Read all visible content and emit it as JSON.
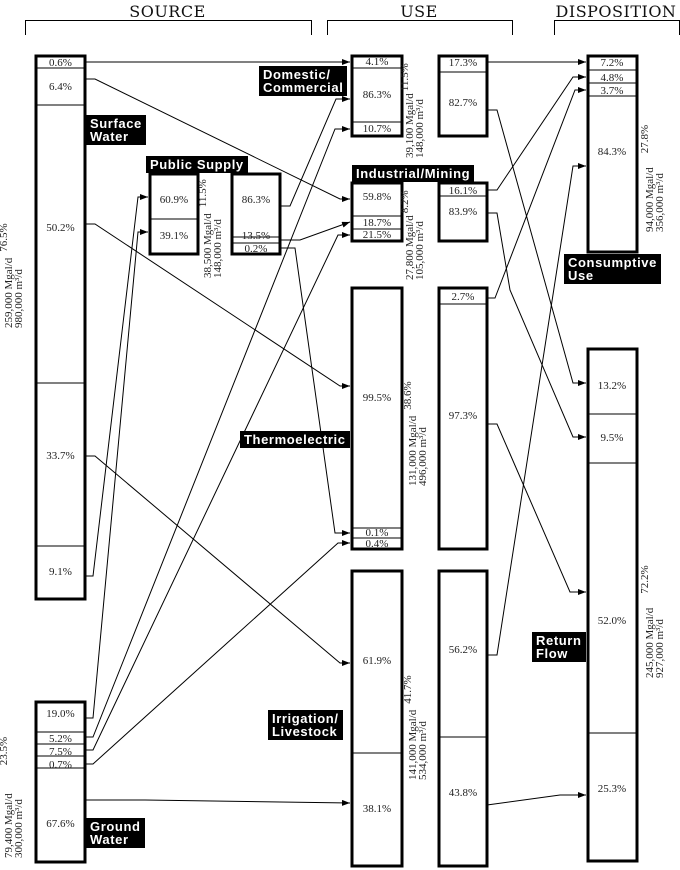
{
  "headers": {
    "source": "SOURCE",
    "use": "USE",
    "disposition": "DISPOSITION"
  },
  "labels": {
    "surface_water": "Surface\nWater",
    "ground_water": "Ground\nWater",
    "public_supply": "Public Supply",
    "domestic": "Domestic/\nCommercial",
    "industrial": "Industrial/Mining",
    "thermoelectric": "Thermoelectric",
    "irrigation": "Irrigation/\nLivestock",
    "consumptive": "Consumptive\nUse",
    "return_flow": "Return\nFlow"
  },
  "totals": {
    "surface_water": {
      "mgal": "259,000 Mgal/d",
      "m3": "980,000 m³/d",
      "share": "76.5%"
    },
    "ground_water": {
      "mgal": "79,400 Mgal/d",
      "m3": "300,000 m³/d",
      "share": "23.5%"
    },
    "public_supply": {
      "mgal": "38,500 Mgal/d",
      "m3": "148,000 m³/d",
      "share": "11.5%"
    },
    "domestic": {
      "mgal": "39,100 Mgal/d",
      "m3": "148,000 m³/d",
      "share": "11.5%"
    },
    "industrial": {
      "mgal": "27,800 Mgal/d",
      "m3": "105,000 m³/d",
      "share": "8.2%"
    },
    "thermoelectric": {
      "mgal": "131,000 Mgal/d",
      "m3": "496,000 m³/d",
      "share": "38.6%"
    },
    "irrigation": {
      "mgal": "141,000 Mgal/d",
      "m3": "534,000 m³/d",
      "share": "41.7%"
    },
    "consumptive": {
      "mgal": "94,000 Mgal/d",
      "m3": "356,000 m³/d",
      "share": "27.8%"
    },
    "return_flow": {
      "mgal": "245,000 Mgal/d",
      "m3": "927,000 m³/d",
      "share": "72.2%"
    }
  },
  "segments": {
    "surface_water": [
      "0.6%",
      "6.4%",
      "50.2%",
      "33.7%",
      "9.1%"
    ],
    "ground_water": [
      "19.0%",
      "5.2%",
      "7.5%",
      "0.7%",
      "67.6%"
    ],
    "public_supply_in": [
      "60.9%",
      "39.1%"
    ],
    "public_supply_out": [
      "86.3%",
      "13.5%",
      "0.2%"
    ],
    "domestic_in": [
      "4.1%",
      "86.3%",
      "10.7%"
    ],
    "domestic_out": [
      "17.3%",
      "82.7%"
    ],
    "industrial_in": [
      "59.8%",
      "18.7%",
      "21.5%"
    ],
    "industrial_out": [
      "16.1%",
      "83.9%"
    ],
    "thermoelectric_in": [
      "99.5%",
      "0.1%",
      "0.4%"
    ],
    "thermoelectric_out": [
      "2.7%",
      "97.3%"
    ],
    "irrigation_in": [
      "61.9%",
      "38.1%"
    ],
    "irrigation_out": [
      "56.2%",
      "43.8%"
    ],
    "consumptive": [
      "7.2%",
      "4.8%",
      "3.7%",
      "84.3%"
    ],
    "return_flow": [
      "13.2%",
      "9.5%",
      "52.0%",
      "25.3%"
    ]
  }
}
